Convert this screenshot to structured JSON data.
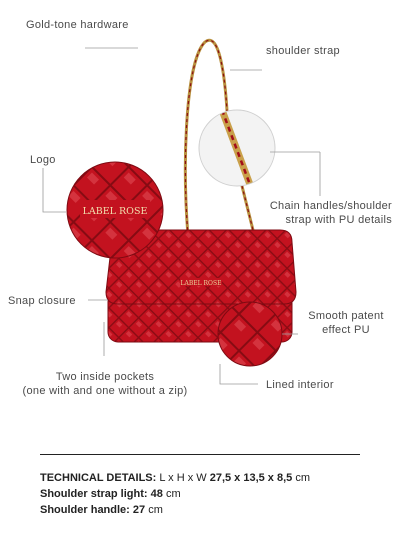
{
  "callouts": {
    "gold_hardware": "Gold-tone hardware",
    "shoulder_strap": "shoulder strap",
    "logo": "Logo",
    "chain_line1": "Chain handles/shoulder",
    "chain_line2": "strap with PU details",
    "snap_closure": "Snap closure",
    "smooth_line1": "Smooth patent",
    "smooth_line2": "effect PU",
    "pockets_line1": "Two inside pockets",
    "pockets_line2": "(one with and one without a zip)",
    "lined_interior": "Lined interior"
  },
  "brand": {
    "logo_text": "LABEL ROSE"
  },
  "technical": {
    "title": "TECHNICAL DETAILS:",
    "dims_prefix": "L x H x W",
    "dims_value": "27,5 x 13,5 x 8,5",
    "dims_unit": "cm",
    "strap_label": "Shoulder strap light:",
    "strap_value": "48",
    "strap_unit": "cm",
    "handle_label": "Shoulder handle:",
    "handle_value": "27",
    "handle_unit": "cm"
  },
  "colors": {
    "bag_red": "#c0101e",
    "bag_dark": "#7e0a12",
    "gold": "#c9a04a",
    "leader_line": "#9a9a9a"
  }
}
